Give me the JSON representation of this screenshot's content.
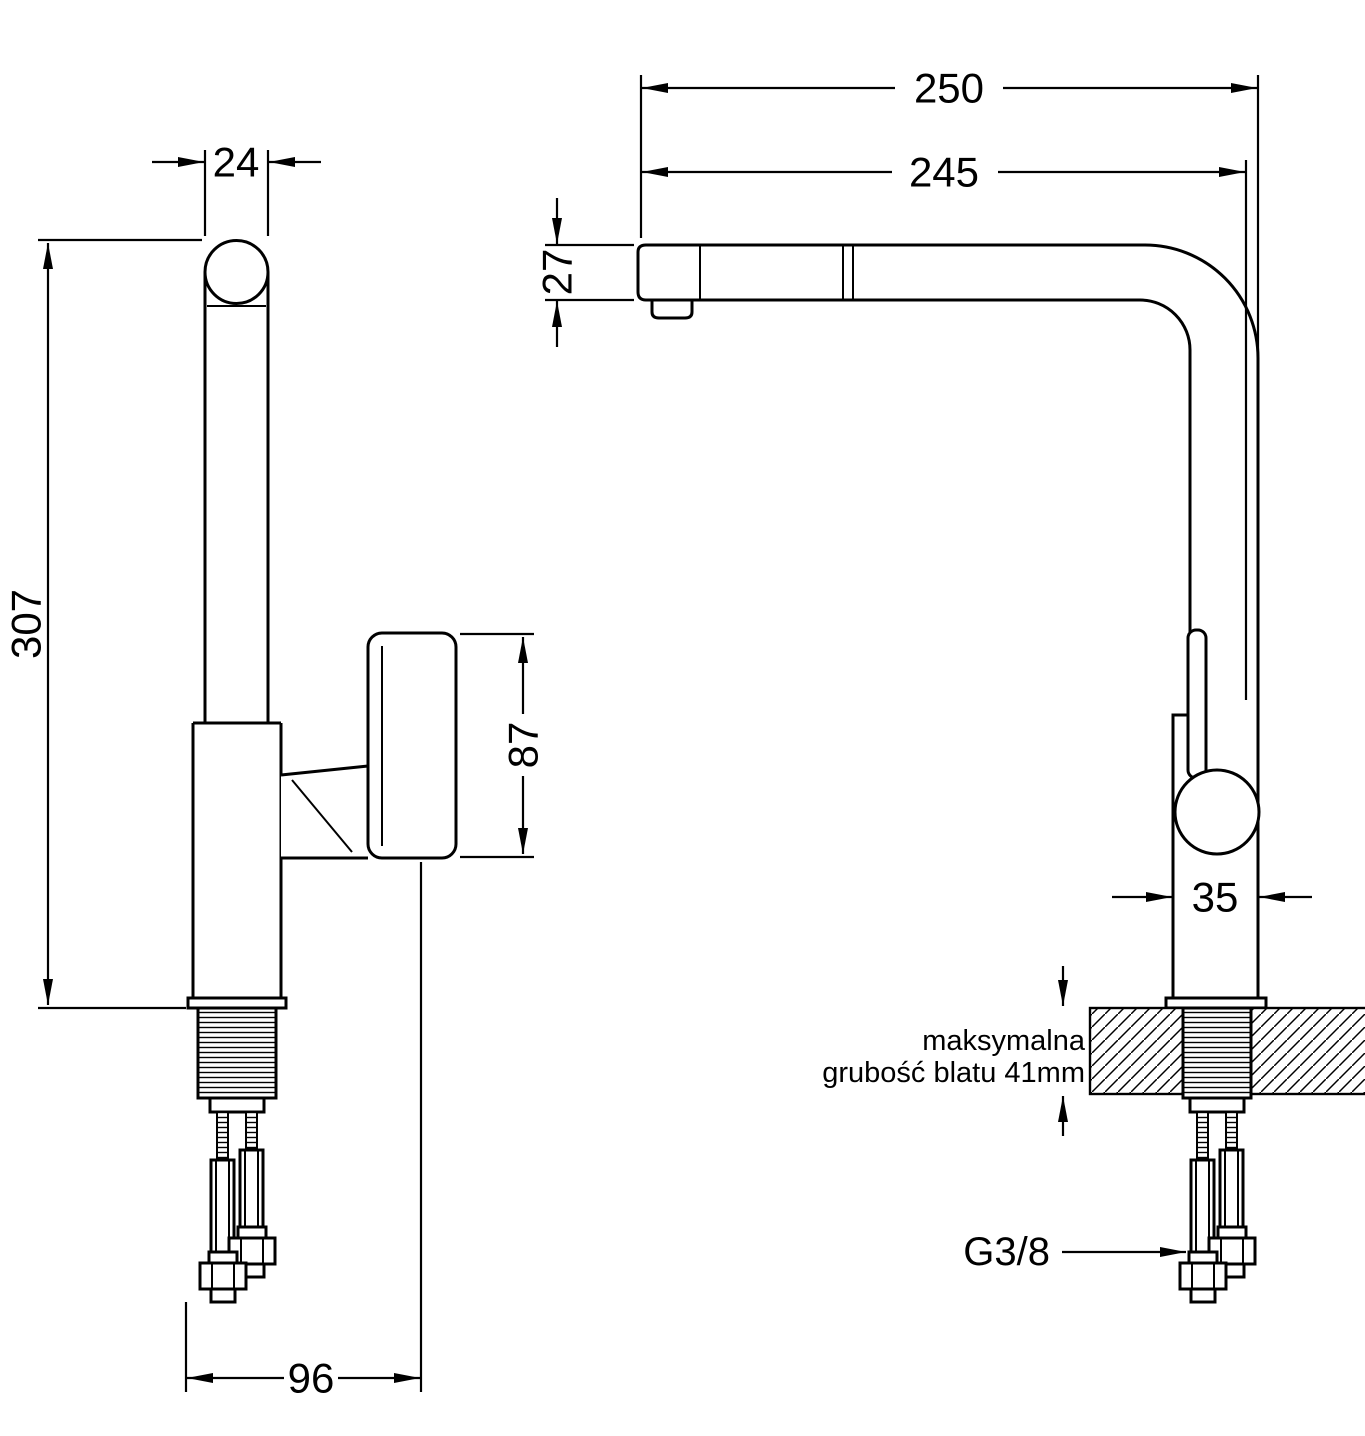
{
  "page": {
    "title": "Kitchen faucet technical dimension drawing",
    "ink_color": "#000000",
    "paper_color": "#ffffff"
  },
  "views": {
    "side": {
      "dims": {
        "spout_tube_width": "24",
        "total_height": "307",
        "handle_height": "87",
        "base_depth": "96"
      }
    },
    "front": {
      "dims": {
        "overall_reach": "250",
        "spout_reach": "245",
        "spout_height": "27",
        "body_width": "35"
      },
      "labels": {
        "thread_size": "G3/8",
        "countertop_note_line1": "maksymalna",
        "countertop_note_line2": "grubość blatu 41mm"
      }
    }
  }
}
